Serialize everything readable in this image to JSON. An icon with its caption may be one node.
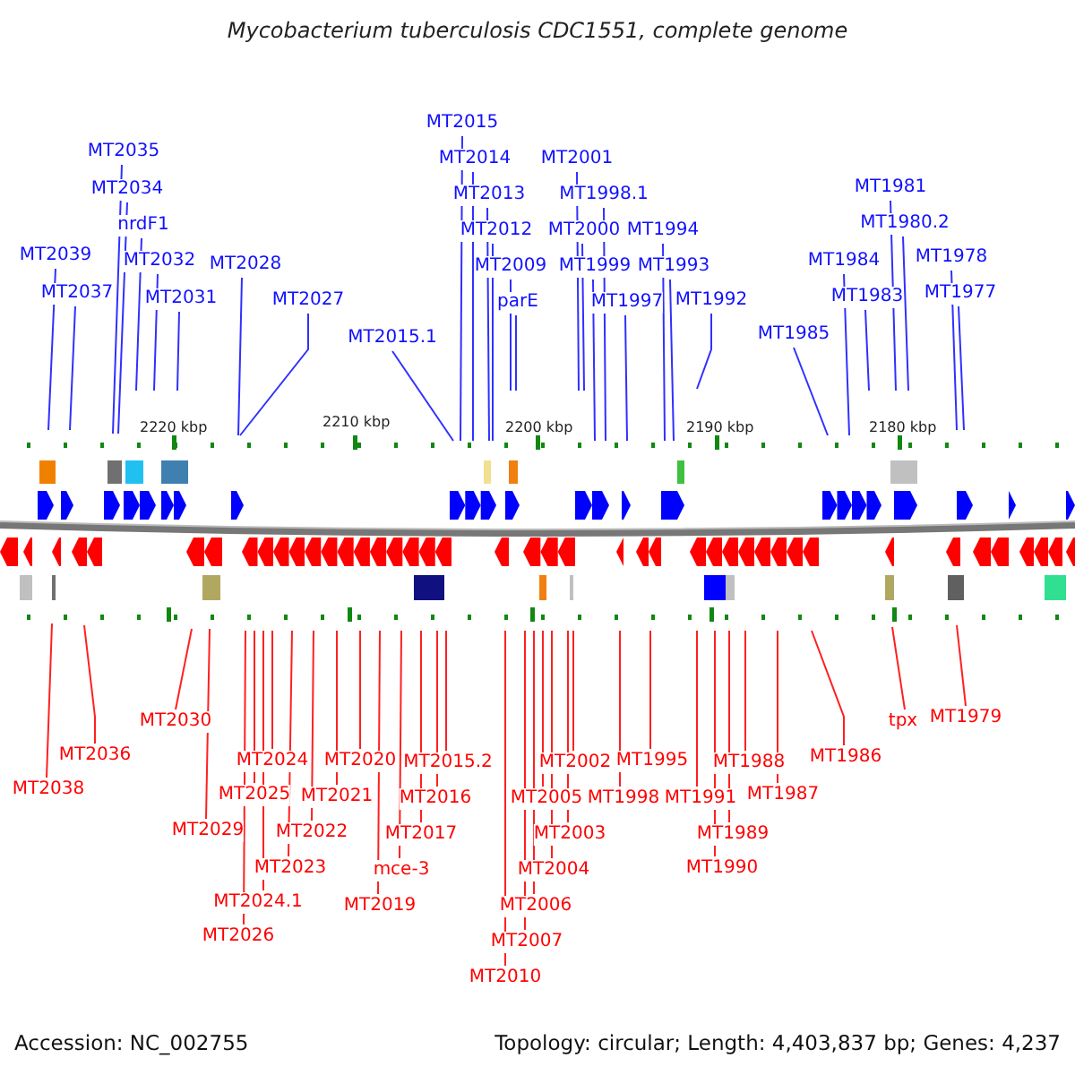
{
  "diagram": {
    "title": "Mycobacterium tuberculosis CDC1551, complete genome",
    "nodes": [
      {
        "text": [
          "MT2039"
        ]
      },
      {
        "text": [
          "MT2037"
        ]
      },
      {
        "text": [
          "MT2035"
        ]
      },
      {
        "text": [
          "MT2034"
        ]
      },
      {
        "text": [
          "nrdF1"
        ]
      },
      {
        "text": [
          "MT2032"
        ]
      },
      {
        "text": [
          "MT2031"
        ]
      },
      {
        "text": [
          "MT2028"
        ]
      },
      {
        "text": [
          "MT2027"
        ]
      },
      {
        "text": [
          "MT2015.1"
        ]
      },
      {
        "text": [
          "MT2015"
        ]
      },
      {
        "text": [
          "MT2014"
        ]
      },
      {
        "text": [
          "MT2013"
        ]
      },
      {
        "text": [
          "MT2012"
        ]
      },
      {
        "text": [
          "MT2009"
        ]
      },
      {
        "text": [
          "parE"
        ]
      },
      {
        "text": [
          "MT2001"
        ]
      },
      {
        "text": [
          "MT2000"
        ]
      },
      {
        "text": [
          "MT1999"
        ]
      },
      {
        "text": [
          "MT1998.1"
        ]
      },
      {
        "text": [
          "MT1997"
        ]
      },
      {
        "text": [
          "MT1994"
        ]
      },
      {
        "text": [
          "MT1993"
        ]
      },
      {
        "text": [
          "MT1992"
        ]
      },
      {
        "text": [
          "MT1985"
        ]
      },
      {
        "text": [
          "MT1984"
        ]
      },
      {
        "text": [
          "MT1983"
        ]
      },
      {
        "text": [
          "MT1981"
        ]
      },
      {
        "text": [
          "MT1980.2"
        ]
      },
      {
        "text": [
          "MT1978"
        ]
      },
      {
        "text": [
          "MT1977"
        ]
      },
      {
        "text": [
          "MT2038"
        ]
      },
      {
        "text": [
          "MT2036"
        ]
      },
      {
        "text": [
          "MT2030"
        ]
      },
      {
        "text": [
          "MT2029"
        ]
      },
      {
        "text": [
          "MT2026"
        ]
      },
      {
        "text": [
          "MT2025"
        ]
      },
      {
        "text": [
          "MT2024.1"
        ]
      },
      {
        "text": [
          "MT2024"
        ]
      },
      {
        "text": [
          "MT2023"
        ]
      },
      {
        "text": [
          "MT2022"
        ]
      },
      {
        "text": [
          "MT2021"
        ]
      },
      {
        "text": [
          "MT2020"
        ]
      },
      {
        "text": [
          "MT2019"
        ]
      },
      {
        "text": [
          "mce-3"
        ]
      },
      {
        "text": [
          "MT2017"
        ]
      },
      {
        "text": [
          "MT2016"
        ]
      },
      {
        "text": [
          "MT2015.2"
        ]
      },
      {
        "text": [
          "MT2010"
        ]
      },
      {
        "text": [
          "MT2007"
        ]
      },
      {
        "text": [
          "MT2006"
        ]
      },
      {
        "text": [
          "MT2005"
        ]
      },
      {
        "text": [
          "MT2004"
        ]
      },
      {
        "text": [
          "MT2003"
        ]
      },
      {
        "text": [
          "MT2002"
        ]
      },
      {
        "text": [
          "MT1998"
        ]
      },
      {
        "text": [
          "MT1995"
        ]
      },
      {
        "text": [
          "MT1991"
        ]
      },
      {
        "text": [
          "MT1990"
        ]
      },
      {
        "text": [
          "MT1989"
        ]
      },
      {
        "text": [
          "MT1988"
        ]
      },
      {
        "text": [
          "MT1987"
        ]
      },
      {
        "text": [
          "MT1986"
        ]
      },
      {
        "text": [
          "tpx"
        ]
      },
      {
        "text": [
          "MT1979"
        ]
      }
    ],
    "edges": [
      {
        "from": 0,
        "to": null,
        "arrow": "none",
        "color": "#3030ff"
      },
      {
        "from": 1,
        "to": null,
        "arrow": "none",
        "color": "#3030ff"
      },
      {
        "from": 2,
        "to": null,
        "arrow": "none",
        "color": "#3030ff"
      },
      {
        "from": 3,
        "to": null,
        "arrow": "none",
        "color": "#3030ff"
      },
      {
        "from": 4,
        "to": null,
        "arrow": "none",
        "color": "#3030ff"
      },
      {
        "from": 5,
        "to": null,
        "arrow": "none",
        "color": "#3030ff"
      },
      {
        "from": 6,
        "to": null,
        "arrow": "none",
        "color": "#3030ff"
      },
      {
        "from": 7,
        "to": null,
        "arrow": "none",
        "color": "#3030ff"
      },
      {
        "from": 8,
        "to": null,
        "arrow": "none",
        "color": "#3030ff"
      },
      {
        "from": 9,
        "to": null,
        "arrow": "none",
        "color": "#3030ff"
      },
      {
        "from": 10,
        "to": null,
        "arrow": "none",
        "color": "#3030ff"
      },
      {
        "from": 11,
        "to": null,
        "arrow": "none",
        "color": "#3030ff"
      },
      {
        "from": 12,
        "to": null,
        "arrow": "none",
        "color": "#3030ff"
      },
      {
        "from": 13,
        "to": null,
        "arrow": "none",
        "color": "#3030ff"
      },
      {
        "from": 14,
        "to": null,
        "arrow": "none",
        "color": "#3030ff"
      },
      {
        "from": 15,
        "to": null,
        "arrow": "none",
        "color": "#3030ff"
      },
      {
        "from": 16,
        "to": null,
        "arrow": "none",
        "color": "#3030ff"
      },
      {
        "from": 17,
        "to": null,
        "arrow": "none",
        "color": "#3030ff"
      },
      {
        "from": 18,
        "to": null,
        "arrow": "none",
        "color": "#3030ff"
      },
      {
        "from": 19,
        "to": null,
        "arrow": "none",
        "color": "#3030ff"
      },
      {
        "from": 20,
        "to": null,
        "arrow": "none",
        "color": "#3030ff"
      },
      {
        "from": 21,
        "to": null,
        "arrow": "none",
        "color": "#3030ff"
      },
      {
        "from": 22,
        "to": null,
        "arrow": "none",
        "color": "#3030ff"
      },
      {
        "from": 23,
        "to": null,
        "arrow": "none",
        "color": "#3030ff"
      },
      {
        "from": 24,
        "to": null,
        "arrow": "none",
        "color": "#3030ff"
      },
      {
        "from": 25,
        "to": null,
        "arrow": "none",
        "color": "#3030ff"
      },
      {
        "from": 26,
        "to": null,
        "arrow": "none",
        "color": "#3030ff"
      },
      {
        "from": 27,
        "to": null,
        "arrow": "none",
        "color": "#3030ff"
      },
      {
        "from": 28,
        "to": null,
        "arrow": "none",
        "color": "#3030ff"
      },
      {
        "from": 29,
        "to": null,
        "arrow": "none",
        "color": "#3030ff"
      },
      {
        "from": 30,
        "to": null,
        "arrow": "none",
        "color": "#3030ff"
      },
      {
        "from": 31,
        "to": null,
        "arrow": "none"
      },
      {
        "from": 32,
        "to": null,
        "arrow": "none"
      },
      {
        "from": 33,
        "to": null,
        "arrow": "none"
      },
      {
        "from": 34,
        "to": null,
        "arrow": "none"
      },
      {
        "from": 35,
        "to": null,
        "arrow": "none"
      },
      {
        "from": 36,
        "to": null,
        "arrow": "none"
      },
      {
        "from": 37,
        "to": null,
        "arrow": "none"
      },
      {
        "from": 38,
        "to": null,
        "arrow": "none"
      },
      {
        "from": 39,
        "to": null,
        "arrow": "none"
      },
      {
        "from": 40,
        "to": null,
        "arrow": "none"
      },
      {
        "from": 41,
        "to": null,
        "arrow": "none"
      },
      {
        "from": 42,
        "to": null,
        "arrow": "none"
      },
      {
        "from": 43,
        "to": null,
        "arrow": "none"
      },
      {
        "from": 44,
        "to": null,
        "arrow": "none"
      },
      {
        "from": 45,
        "to": null,
        "arrow": "none"
      },
      {
        "from": 46,
        "to": null,
        "arrow": "none"
      },
      {
        "from": 47,
        "to": null,
        "arrow": "none"
      },
      {
        "from": 48,
        "to": null,
        "arrow": "none"
      },
      {
        "from": 49,
        "to": null,
        "arrow": "none"
      },
      {
        "from": 50,
        "to": null,
        "arrow": "none"
      },
      {
        "from": 51,
        "to": null,
        "arrow": "none"
      },
      {
        "from": 52,
        "to": null,
        "arrow": "none"
      },
      {
        "from": 53,
        "to": null,
        "arrow": "none"
      },
      {
        "from": 54,
        "to": null,
        "arrow": "none"
      },
      {
        "from": 55,
        "to": null,
        "arrow": "none"
      },
      {
        "from": 56,
        "to": null,
        "arrow": "none"
      },
      {
        "from": 57,
        "to": null,
        "arrow": "none"
      },
      {
        "from": 58,
        "to": null,
        "arrow": "none"
      },
      {
        "from": 59,
        "to": null,
        "arrow": "none"
      },
      {
        "from": 60,
        "to": null,
        "arrow": "none"
      },
      {
        "from": 61,
        "to": null,
        "arrow": "none"
      },
      {
        "from": 62,
        "to": null,
        "arrow": "none"
      },
      {
        "from": 63,
        "to": null,
        "arrow": "none"
      },
      {
        "from": 64,
        "to": null,
        "arrow": "none"
      }
    ],
    "labels": [
      "2220 kbp",
      "2210 kbp",
      "2200 kbp",
      "2190 kbp",
      "2180 kbp",
      "Accession: NC_002755",
      "Topology: circular; Length: 4,403,837 bp; Genes: 4,237"
    ]
  }
}
